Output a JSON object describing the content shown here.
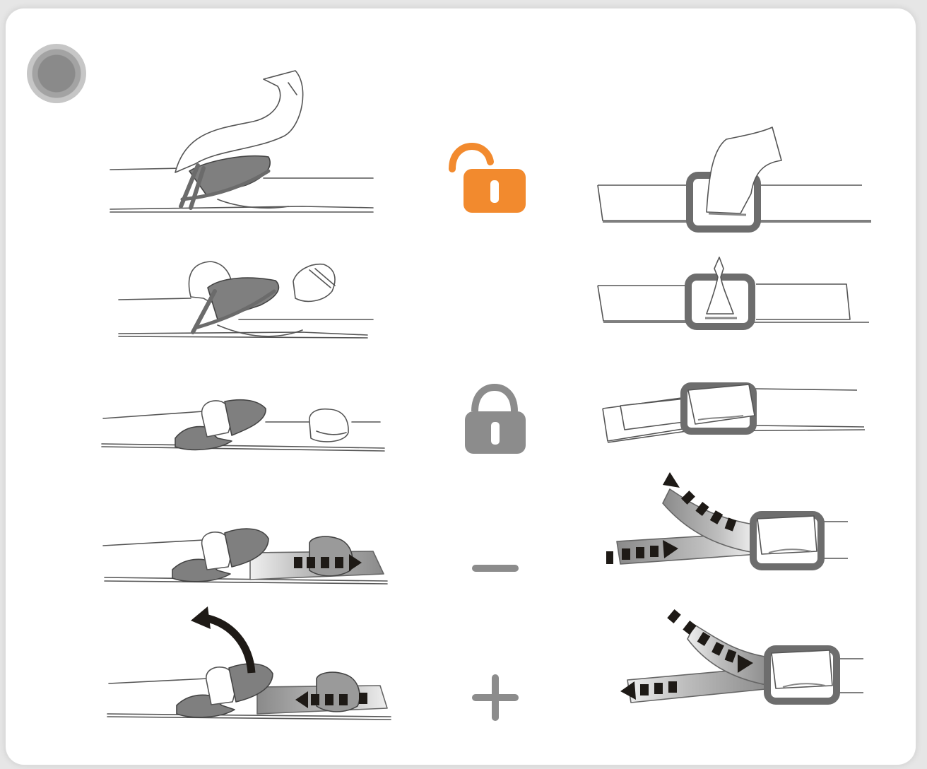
{
  "figure": {
    "steps": [
      {
        "row": 1,
        "symbol": "unlock-icon",
        "symbol_color": "#f28a2e"
      },
      {
        "row": 2,
        "symbol": "none"
      },
      {
        "row": 3,
        "symbol": "lock-icon",
        "symbol_color": "#8c8c8c"
      },
      {
        "row": 4,
        "symbol": "minus-icon",
        "symbol_color": "#8c8c8c",
        "meaning": "loosen"
      },
      {
        "row": 5,
        "symbol": "plus-icon",
        "symbol_color": "#8c8c8c",
        "meaning": "tighten"
      }
    ],
    "colors": {
      "accent": "#f28a2e",
      "buckle": "#7a7a7a",
      "arrow": "#1e1a16",
      "line": "#555555"
    }
  }
}
